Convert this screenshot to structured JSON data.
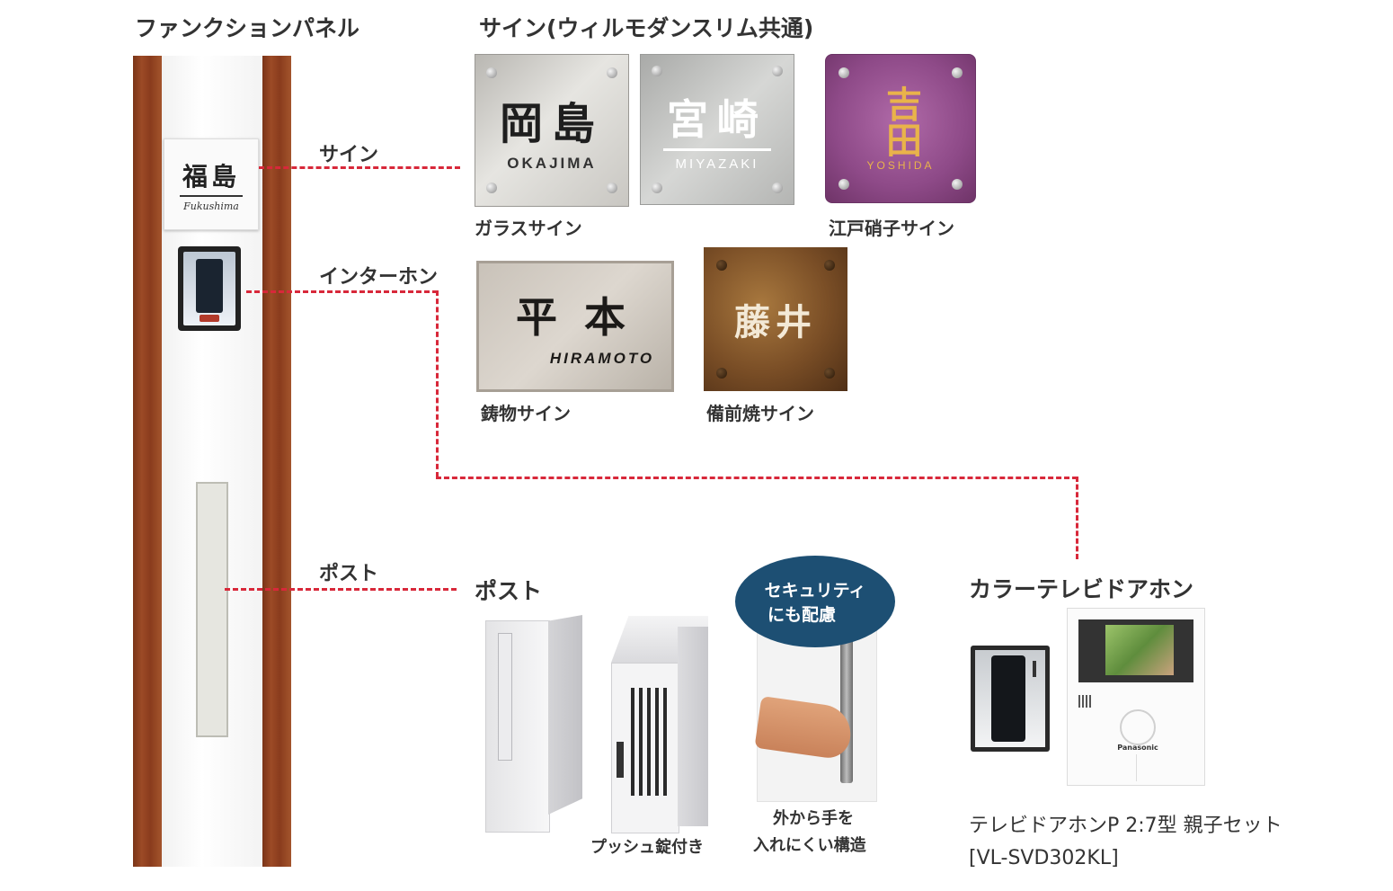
{
  "panel": {
    "title": "ファンクションパネル",
    "sign_kanji": "福島",
    "sign_roman": "Fukushima",
    "labels": {
      "sign": "サイン",
      "intercom": "インターホン",
      "post": "ポスト"
    }
  },
  "signs": {
    "title": "サイン(ウィルモダンスリム共通)",
    "items": [
      {
        "kanji": "岡島",
        "roman": "OKAJIMA",
        "caption": "ガラスサイン"
      },
      {
        "kanji": "宮崎",
        "roman": "MIYAZAKI",
        "caption": ""
      },
      {
        "kanji": "吉田",
        "roman": "YOSHIDA",
        "caption": "江戸硝子サイン"
      },
      {
        "kanji": "平本",
        "roman": "HIRAMOTO",
        "caption": "鋳物サイン"
      },
      {
        "kanji": "藤井",
        "roman": "",
        "caption": "備前焼サイン"
      }
    ]
  },
  "post": {
    "title": "ポスト",
    "caption_push": "プッシュ錠付き",
    "badge_line1": "セキュリティ",
    "badge_line2": "にも配慮",
    "caption_hand_line1": "外から手を",
    "caption_hand_line2": "入れにくい構造"
  },
  "doorphone": {
    "title": "カラーテレビドアホン",
    "desc": "テレビドアホンP 2:7型 親子セット",
    "model": "[VL-SVD302KL]",
    "brand": "Panasonic"
  },
  "colors": {
    "accent_dash": "#d8283a",
    "badge": "#1d4f73",
    "wood": "#8a3c1d"
  }
}
